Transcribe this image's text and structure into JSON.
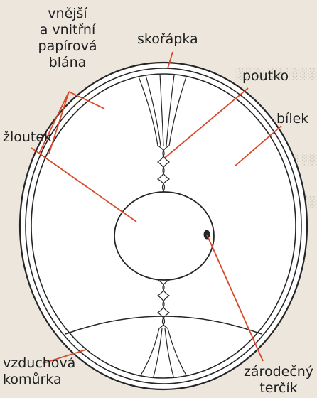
{
  "figure": {
    "labels": {
      "membranes_line1": "vnější",
      "membranes_line2": "a vnitřní",
      "membranes_line3": "papírová",
      "membranes_line4": "blána",
      "shell": "skořápka",
      "chalaza": "poutko",
      "albumen": "bílek",
      "yolk": "žloutek",
      "air_cell_line1": "vzduchová",
      "air_cell_line2": "komůrka",
      "germinal_disc_line1": "zárodečný",
      "germinal_disc_line2": "terčík"
    },
    "colors": {
      "background": "#ece6dc",
      "egg_fill": "#ffffff",
      "outline": "#262626",
      "leader_line": "#d9482a",
      "text": "#1f1f1f"
    }
  }
}
